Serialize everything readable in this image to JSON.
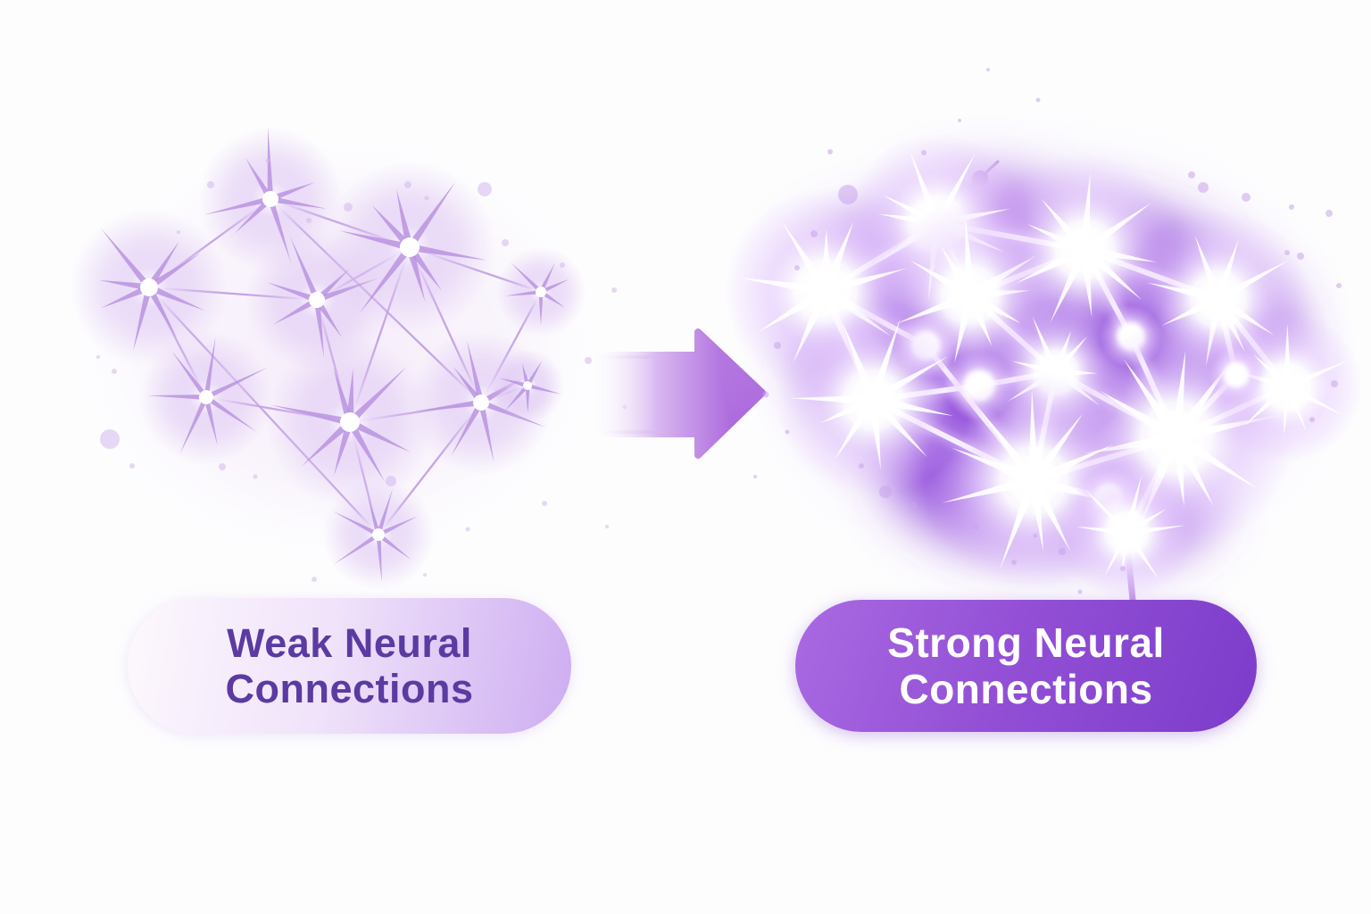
{
  "illustration_title": "Weak vs Strong Neural Connections",
  "colors": {
    "background": "#fdfdfe",
    "weak_accent": "#b78fdf",
    "strong_accent": "#8a3fd8",
    "arrow_end": "#9b4cd6"
  },
  "left_panel": {
    "label_line1": "Weak Neural",
    "label_line2": "Connections",
    "pill_text_color": "#5b3aa2",
    "node_color": "#b78fdf",
    "edge_color": "#bd96e3",
    "dot_color": "#d4b8ef",
    "network": {
      "nodes": [
        [
          303,
          223,
          9,
          52,
          7,
          1
        ],
        [
          167,
          322,
          10,
          56,
          8,
          2
        ],
        [
          355,
          336,
          9,
          50,
          7,
          3
        ],
        [
          459,
          277,
          11,
          60,
          8,
          4
        ],
        [
          606,
          327,
          6,
          30,
          6,
          5
        ],
        [
          231,
          445,
          8,
          50,
          7,
          6
        ],
        [
          392,
          473,
          11,
          58,
          8,
          7
        ],
        [
          539,
          451,
          9,
          52,
          7,
          8
        ],
        [
          591,
          432,
          5,
          24,
          6,
          9
        ],
        [
          424,
          599,
          7,
          40,
          7,
          10
        ]
      ],
      "edges": [
        [
          0,
          1
        ],
        [
          0,
          3
        ],
        [
          0,
          7
        ],
        [
          1,
          2
        ],
        [
          1,
          5
        ],
        [
          1,
          9
        ],
        [
          2,
          3
        ],
        [
          2,
          6
        ],
        [
          3,
          6
        ],
        [
          3,
          7
        ],
        [
          3,
          4
        ],
        [
          4,
          7
        ],
        [
          5,
          6
        ],
        [
          6,
          7
        ],
        [
          6,
          9
        ],
        [
          7,
          9
        ],
        [
          7,
          8
        ]
      ],
      "dots": [
        [
          236,
          207,
          4
        ],
        [
          390,
          232,
          5
        ],
        [
          346,
          247,
          3
        ],
        [
          457,
          207,
          4
        ],
        [
          543,
          212,
          8
        ],
        [
          478,
          222,
          2.5
        ],
        [
          566,
          272,
          4
        ],
        [
          630,
          297,
          3
        ],
        [
          688,
          325,
          3
        ],
        [
          659,
          404,
          4
        ],
        [
          700,
          456,
          2.5
        ],
        [
          123,
          492,
          11
        ],
        [
          148,
          522,
          3
        ],
        [
          128,
          416,
          3
        ],
        [
          110,
          400,
          2
        ],
        [
          249,
          523,
          4
        ],
        [
          286,
          534,
          2.5
        ],
        [
          438,
          539,
          6
        ],
        [
          352,
          649,
          3
        ],
        [
          400,
          690,
          4
        ],
        [
          476,
          644,
          2
        ],
        [
          524,
          593,
          2.5
        ],
        [
          610,
          564,
          3
        ],
        [
          680,
          590,
          2
        ],
        [
          300,
          180,
          2.5
        ],
        [
          200,
          260,
          2
        ]
      ]
    }
  },
  "arrow": {
    "direction": "right",
    "gradient": [
      "rgba(249,243,252,0.12)",
      "#d9b8f0",
      "#9b4cd6"
    ]
  },
  "right_panel": {
    "label_line1": "Strong Neural",
    "label_line2": "Connections",
    "pill_text_color": "#ffffff",
    "edge_glow_color": "#e6ccff",
    "dot_color": "#c9a4ec",
    "cloud": [
      [
        1165,
        385,
        265,
        160,
        "#8b43d8",
        0.92
      ],
      [
        1000,
        330,
        118,
        88,
        "#9a58e0",
        0.85
      ],
      [
        1335,
        385,
        118,
        98,
        "#8b43d8",
        0.85
      ],
      [
        1160,
        520,
        165,
        98,
        "#9049da",
        0.9
      ],
      [
        1282,
        562,
        78,
        62,
        "#9a58e0",
        0.8
      ],
      [
        1098,
        252,
        95,
        58,
        "#a96ae4",
        0.7
      ],
      [
        1150,
        400,
        205,
        125,
        "#7a2ecf",
        0.85
      ]
    ],
    "network": {
      "nodes": [
        [
          1050,
          250,
          13,
          55,
          9,
          11
        ],
        [
          925,
          326,
          15,
          60,
          9,
          12
        ],
        [
          1087,
          331,
          14,
          55,
          9,
          13
        ],
        [
          1037,
          387,
          8,
          0,
          0,
          14
        ],
        [
          1215,
          280,
          14,
          58,
          9,
          15
        ],
        [
          1365,
          335,
          13,
          55,
          8,
          16
        ],
        [
          1267,
          377,
          8,
          0,
          0,
          17
        ],
        [
          1183,
          417,
          11,
          40,
          8,
          18
        ],
        [
          978,
          448,
          14,
          58,
          9,
          19
        ],
        [
          1097,
          432,
          9,
          0,
          0,
          20
        ],
        [
          1318,
          490,
          16,
          75,
          10,
          21
        ],
        [
          1442,
          433,
          11,
          45,
          8,
          22
        ],
        [
          1385,
          420,
          7,
          0,
          0,
          23
        ],
        [
          1158,
          538,
          15,
          70,
          10,
          24
        ],
        [
          1242,
          558,
          8,
          0,
          0,
          25
        ],
        [
          1263,
          597,
          10,
          40,
          8,
          26
        ]
      ],
      "edges": [
        [
          0,
          1
        ],
        [
          0,
          2
        ],
        [
          0,
          4
        ],
        [
          1,
          3
        ],
        [
          3,
          13
        ],
        [
          1,
          8
        ],
        [
          2,
          4
        ],
        [
          2,
          7
        ],
        [
          4,
          5
        ],
        [
          4,
          6
        ],
        [
          6,
          10
        ],
        [
          5,
          11
        ],
        [
          5,
          12
        ],
        [
          12,
          10
        ],
        [
          11,
          10
        ],
        [
          7,
          10
        ],
        [
          7,
          13
        ],
        [
          7,
          9
        ],
        [
          8,
          9
        ],
        [
          8,
          13
        ],
        [
          10,
          13
        ],
        [
          13,
          14
        ],
        [
          14,
          15
        ],
        [
          10,
          15
        ]
      ],
      "dots": [
        [
          950,
          218,
          11
        ],
        [
          1035,
          171,
          3
        ],
        [
          1348,
          210,
          6
        ],
        [
          1335,
          196,
          4
        ],
        [
          1396,
          221,
          5
        ],
        [
          1447,
          232,
          3
        ],
        [
          1489,
          239,
          4
        ],
        [
          1457,
          287,
          4
        ],
        [
          1500,
          320,
          3
        ],
        [
          1442,
          283,
          3
        ],
        [
          912,
          262,
          4
        ],
        [
          893,
          300,
          3
        ],
        [
          992,
          551,
          7
        ],
        [
          1023,
          566,
          4
        ],
        [
          965,
          522,
          3
        ],
        [
          1093,
          590,
          4
        ],
        [
          1136,
          630,
          3
        ],
        [
          1190,
          618,
          4
        ],
        [
          1258,
          637,
          3
        ],
        [
          1210,
          663,
          2.5
        ],
        [
          1160,
          600,
          2.5
        ],
        [
          871,
          387,
          4
        ],
        [
          858,
          442,
          3.5
        ],
        [
          882,
          484,
          2.5
        ],
        [
          846,
          534,
          2
        ],
        [
          1107,
          78,
          2
        ],
        [
          1163,
          112,
          2.5
        ],
        [
          1075,
          135,
          2
        ],
        [
          930,
          170,
          3
        ],
        [
          1495,
          430,
          4
        ],
        [
          1470,
          470,
          3
        ]
      ],
      "branch": {
        "main": [
          [
            1050,
            250
          ],
          [
            1082,
            214
          ],
          [
            1098,
            200
          ]
        ],
        "fork": [
          [
            1082,
            214
          ],
          [
            1118,
            181
          ]
        ],
        "blob": [
          1098,
          200,
          9
        ]
      },
      "tail": [
        [
          1262,
          600
        ],
        [
          1269,
          672
        ]
      ]
    }
  }
}
